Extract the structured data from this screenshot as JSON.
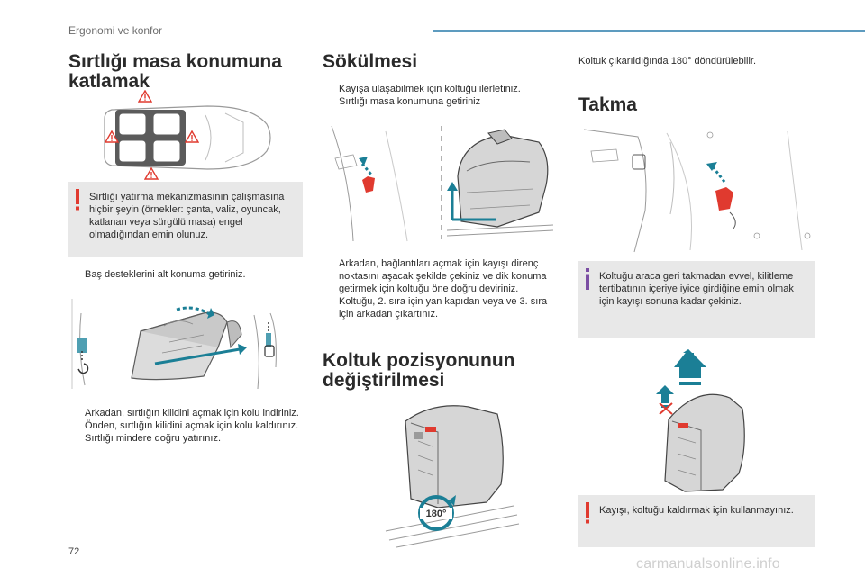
{
  "header": {
    "title": "Ergonomi ve konfor"
  },
  "page_number": "72",
  "watermark": "carmanualsonline.info",
  "col1": {
    "heading": "Sırtlığı masa konumuna katlamak",
    "warning": "Sırtlığı yatırma mekanizmasının çalışmasına hiçbir şeyin (örnekler: çanta, valiz, oyuncak, katlanan veya sürgülü masa) engel olmadığından emin olunuz.",
    "bullet1": "Baş desteklerini alt konuma getiriniz.",
    "steps": [
      "Arkadan, sırtlığın kilidini açmak için kolu indiriniz.",
      "Önden, sırtlığın kilidini açmak için kolu kaldırınız.",
      "Sırtlığı mindere doğru yatırınız."
    ]
  },
  "col2": {
    "heading": "Sökülmesi",
    "steps_top": [
      "Kayışa ulaşabilmek için koltuğu ilerletiniz.",
      "Sırtlığı masa konumuna getiriniz"
    ],
    "steps_bottom": [
      "Arkadan, bağlantıları açmak için kayışı direnç noktasını aşacak şekilde çekiniz ve dik konuma getirmek için koltuğu öne doğru deviriniz.",
      "Koltuğu, 2. sıra için yan kapıdan veya ve 3. sıra için arkadan çıkartınız."
    ],
    "heading2": "Koltuk pozisyonunun değiştirilmesi",
    "rotation_label": "180°"
  },
  "col3": {
    "intro": "Koltuk çıkarıldığında 180° döndürülebilir.",
    "heading": "Takma",
    "info": "Koltuğu araca geri takmadan evvel, kilitleme tertibatının içeriye iyice girdiğine emin olmak için kayışı sonuna kadar çekiniz.",
    "warning": "Kayışı, koltuğu kaldırmak için kullanmayınız."
  },
  "bullet_char": "",
  "colors": {
    "accent_blue": "#1b7f96",
    "warning_red": "#e03a2f",
    "info_purple": "#7b4ea3",
    "box_gray": "#e8e8e8"
  }
}
